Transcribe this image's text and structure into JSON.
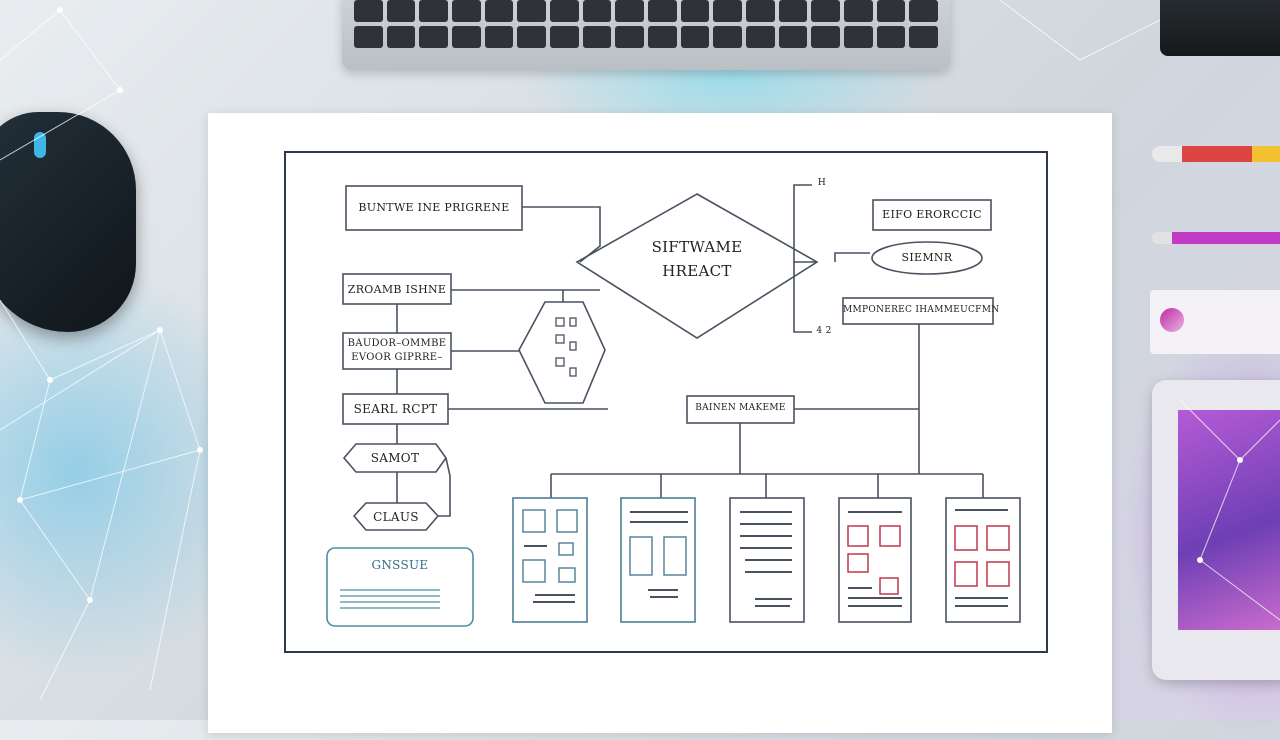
{
  "diagram": {
    "title_box": "BUNTWE INE PRIGRENE",
    "center_diamond": [
      "SIFTWAME",
      "HREACT"
    ],
    "left_boxes": [
      "ZROAMB ISHNE",
      "BAUDOR–OMMBE",
      "EVOOR GIPRRE–",
      "SEARL RCPT"
    ],
    "left_hex": [
      "SAMOT",
      "CLAUS"
    ],
    "left_bottom_box": "GNSSUE",
    "right_box_top": "EIFO ERORCCIC",
    "right_oval": "SIEMNR",
    "right_long_box": "MMPONEREC IHAMMEUCFMN",
    "middle_box": "BAINEN MAKEME",
    "small_tags": [
      "H",
      "4 2"
    ]
  },
  "colors": {
    "frame": "#2f3a48",
    "line": "#4a5260",
    "accent_red": "#c0394b",
    "paper": "#ffffff"
  }
}
